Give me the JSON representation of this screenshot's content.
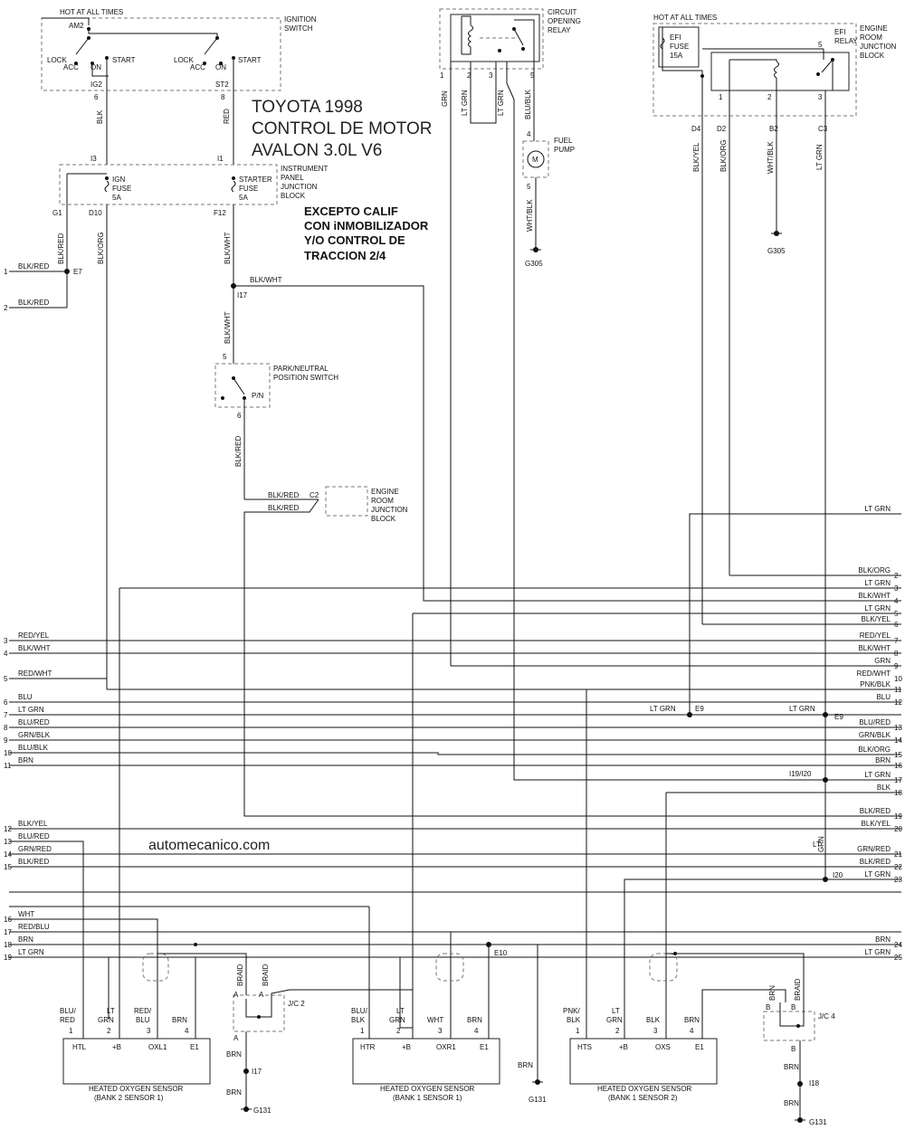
{
  "title": {
    "line1": "TOYOTA 1998",
    "line2": "CONTROL DE MOTOR",
    "line3": "AVALON 3.0L V6"
  },
  "subtitle": {
    "line1": "EXCEPTO CALIF",
    "line2": "CON iNMOBILIZADOR",
    "line3": "Y/O CONTROL DE",
    "line4": "TRACCION   2/4"
  },
  "watermark": "automecanico.com",
  "ignition": {
    "hot": "HOT AT ALL TIMES",
    "name1": "IGNITION",
    "name2": "SWITCH",
    "am2": "AM2",
    "lock": "LOCK",
    "acc": "ACC",
    "on": "ON",
    "start": "START",
    "ig2": "IG2",
    "st2": "ST2",
    "pin6": "6",
    "pin8": "8",
    "wire_blk": "BLK",
    "wire_red": "RED"
  },
  "ipjb": {
    "l1": "INSTRUMENT",
    "l2": "PANEL",
    "l3": "JUNCTION",
    "l4": "BLOCK",
    "i3": "I3",
    "i1": "I1",
    "ign": "IGN",
    "fuse": "FUSE",
    "amp": "5A",
    "starter": "STARTER",
    "g1": "G1",
    "d10": "D10",
    "f12": "F12",
    "blk_red": "BLK/RED",
    "blk_org": "BLK/ORG",
    "blk_wht": "BLK/WHT",
    "e7": "E7",
    "i17": "I17"
  },
  "pn": {
    "l1": "PARK/NEUTRAL",
    "l2": "POSITION SWITCH",
    "pin5": "5",
    "pin6": "6",
    "pnlabel": "P/N",
    "c2": "C2",
    "erjb1": "ENGINE",
    "erjb2": "ROOM",
    "erjb3": "JUNCTION",
    "erjb4": "BLOCK"
  },
  "cor": {
    "l1": "CIRCUIT",
    "l2": "OPENING",
    "l3": "RELAY",
    "pins": [
      "1",
      "2",
      "3",
      "5"
    ],
    "w1": "GRN",
    "w2": "LT GRN",
    "w3": "LT GRN",
    "w4": "BLU/BLK",
    "pump1": "FUEL",
    "pump2": "PUMP",
    "p4": "4",
    "p5": "5",
    "m": "M",
    "w5": "WHT/BLK",
    "gnd": "G305"
  },
  "efi": {
    "hot": "HOT AT ALL TIMES",
    "fuse1": "EFI",
    "fuse2": "FUSE",
    "fuse3": "15A",
    "relay1": "EFI",
    "relay2": "RELAY",
    "er1": "ENGINE",
    "er2": "ROOM",
    "er3": "JUNCTION",
    "er4": "BLOCK",
    "pins": [
      "1",
      "2",
      "3",
      "5"
    ],
    "conns": [
      "D4",
      "D2",
      "B2",
      "C3"
    ],
    "wires": [
      "BLK/YEL",
      "BLK/ORG",
      "WHT/BLK",
      "LT GRN"
    ],
    "gnd": "G305"
  },
  "left_pins": [
    {
      "n": "1",
      "c": "BLK/RED"
    },
    {
      "n": "2",
      "c": "BLK/RED"
    },
    {
      "n": "3",
      "c": "RED/YEL"
    },
    {
      "n": "4",
      "c": "BLK/WHT"
    },
    {
      "n": "5",
      "c": "RED/WHT"
    },
    {
      "n": "6",
      "c": "BLU"
    },
    {
      "n": "7",
      "c": "LT GRN"
    },
    {
      "n": "8",
      "c": "BLU/RED"
    },
    {
      "n": "9",
      "c": "GRN/BLK"
    },
    {
      "n": "10",
      "c": "BLU/BLK"
    },
    {
      "n": "11",
      "c": "BRN"
    },
    {
      "n": "12",
      "c": "BLK/YEL"
    },
    {
      "n": "13",
      "c": "BLU/RED"
    },
    {
      "n": "14",
      "c": "GRN/RED"
    },
    {
      "n": "15",
      "c": "BLK/RED"
    },
    {
      "n": "16",
      "c": "WHT"
    },
    {
      "n": "17",
      "c": "RED/BLU"
    },
    {
      "n": "18",
      "c": "BRN"
    },
    {
      "n": "19",
      "c": "LT GRN"
    }
  ],
  "right_pins": [
    {
      "n": "",
      "c": "LT GRN"
    },
    {
      "n": "2",
      "c": "BLK/ORG"
    },
    {
      "n": "3",
      "c": "LT GRN"
    },
    {
      "n": "4",
      "c": "BLK/WHT"
    },
    {
      "n": "5",
      "c": "LT GRN"
    },
    {
      "n": "6",
      "c": "BLK/YEL"
    },
    {
      "n": "7",
      "c": "RED/YEL"
    },
    {
      "n": "8",
      "c": "BLK/WHT"
    },
    {
      "n": "9",
      "c": "GRN"
    },
    {
      "n": "10",
      "c": "RED/WHT"
    },
    {
      "n": "11",
      "c": "PNK/BLK"
    },
    {
      "n": "12",
      "c": "BLU"
    },
    {
      "n": "13",
      "c": "BLU/RED"
    },
    {
      "n": "14",
      "c": "GRN/BLK"
    },
    {
      "n": "15",
      "c": "BLK/ORG"
    },
    {
      "n": "16",
      "c": "BRN"
    },
    {
      "n": "17",
      "c": "LT GRN"
    },
    {
      "n": "18",
      "c": "BLK"
    },
    {
      "n": "19",
      "c": "BLK/RED"
    },
    {
      "n": "20",
      "c": "BLK/YEL"
    },
    {
      "n": "21",
      "c": "GRN/RED"
    },
    {
      "n": "22",
      "c": "BLK/RED"
    },
    {
      "n": "23",
      "c": "LT GRN"
    },
    {
      "n": "24",
      "c": "BRN"
    },
    {
      "n": "25",
      "c": "LT GRN"
    }
  ],
  "splices": {
    "e9": "E9",
    "ltgrn": "LT GRN",
    "i19i20": "I19/I20",
    "i20": "I20",
    "ltgrn_v1": "LT",
    "ltgrn_v2": "GRN",
    "e10": "E10"
  },
  "sensors": [
    {
      "name1": "HEATED OXYGEN SENSOR",
      "name2": "(BANK 2 SENSOR 1)",
      "wires": [
        [
          "BLU/",
          "RED"
        ],
        [
          "LT",
          "GRN"
        ],
        [
          "RED/",
          "BLU"
        ],
        [
          "BRN",
          ""
        ]
      ],
      "pins": [
        "1",
        "2",
        "3",
        "4"
      ],
      "terms": [
        "HTL",
        "+B",
        "OXL1",
        "E1"
      ]
    },
    {
      "name1": "HEATED OXYGEN SENSOR",
      "name2": "(BANK 1 SENSOR 1)",
      "wires": [
        [
          "BLU/",
          "BLK"
        ],
        [
          "LT",
          "GRN"
        ],
        [
          "WHT",
          ""
        ],
        [
          "BRN",
          ""
        ]
      ],
      "pins": [
        "1",
        "2",
        "3",
        "4"
      ],
      "terms": [
        "HTR",
        "+B",
        "OXR1",
        "E1"
      ]
    },
    {
      "name1": "HEATED OXYGEN SENSOR",
      "name2": "(BANK 1 SENSOR 2)",
      "wires": [
        [
          "PNK/",
          "BLK"
        ],
        [
          "LT",
          "GRN"
        ],
        [
          "BLK",
          ""
        ],
        [
          "BRN",
          ""
        ]
      ],
      "pins": [
        "1",
        "2",
        "3",
        "4"
      ],
      "terms": [
        "HTS",
        "+B",
        "OXS",
        "E1"
      ]
    }
  ],
  "jc": {
    "jc2": "J/C 2",
    "jc4": "J/C 4",
    "braid": "BRAID",
    "brn": "BRN",
    "a": "A",
    "b": "B",
    "i17": "I17",
    "i18": "I18",
    "g131": "G131"
  }
}
